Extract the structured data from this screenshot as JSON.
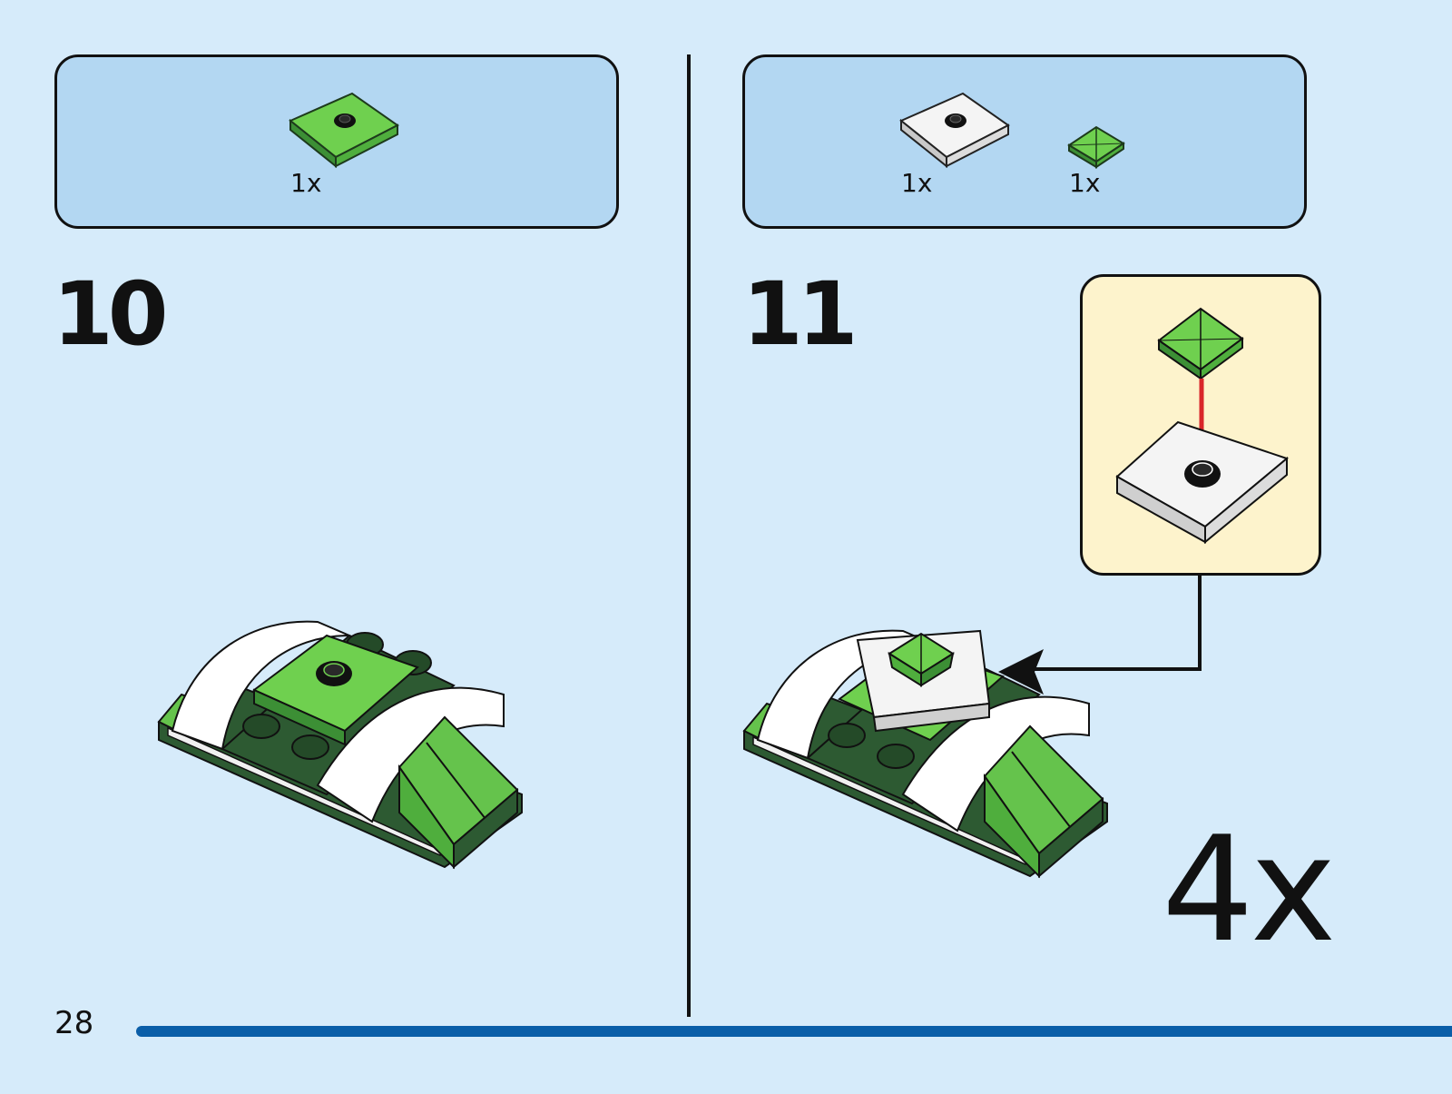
{
  "page_number": "28",
  "steps": [
    {
      "number": "10",
      "parts": [
        {
          "qty": "1x",
          "part": "lime-green-jumper-plate"
        }
      ]
    },
    {
      "number": "11",
      "parts": [
        {
          "qty": "1x",
          "part": "white-jumper-plate"
        },
        {
          "qty": "1x",
          "part": "lime-green-pyramid-slope"
        }
      ],
      "multiplier": "4x"
    }
  ],
  "colors": {
    "background": "#d6ebfa",
    "parts_box": "#b3d7f2",
    "callout": "#fdf3cc",
    "lime_green": "#65c34c",
    "dark_green": "#2d5a32",
    "accent_blue": "#0a5ea8",
    "arrow_red": "#d9262a"
  }
}
